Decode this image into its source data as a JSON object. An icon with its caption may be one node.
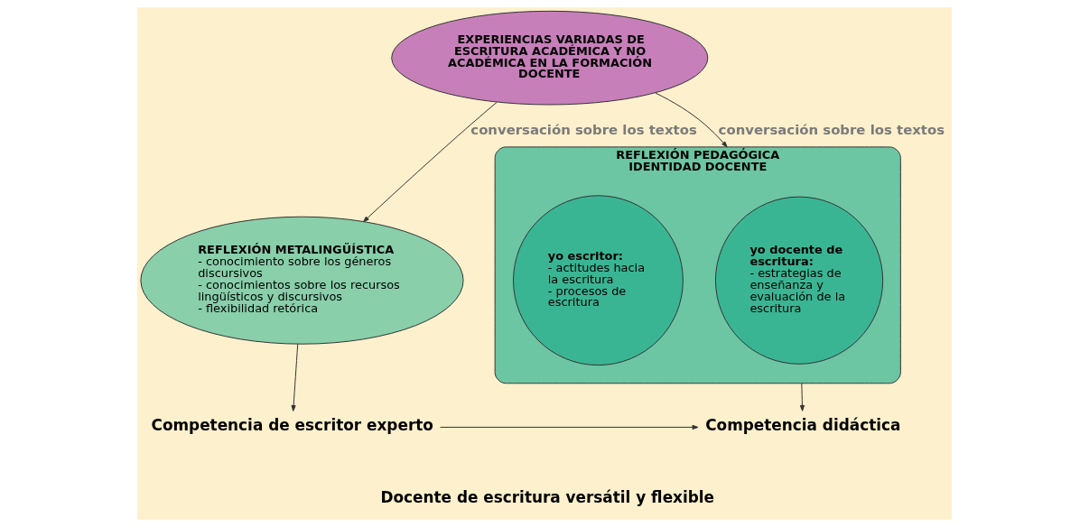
{
  "diagram": {
    "nodes": [
      {
        "text": [
          "REFLEXIÓN METALINGÜÍSTICA",
          "- conocimiento sobre los géneros discursivos",
          "- conocimientos sobre los recursos lingüísticos y discursivos",
          "- flexibilidad retórica"
        ]
      },
      {
        "text": [
          "EXPERIENCIAS VARIADAS DE ESCRITURA ACADÉMICA Y NO ACADÉMICA EN LA FORMACIÓN DOCENTE"
        ]
      },
      {
        "text": [
          "REFLEXIÓN PEDAGÓGICA",
          "IDENTIDAD DOCENTE"
        ]
      },
      {
        "text": [
          "yo docente de escritura:",
          "- estrategias de enseñanza y evaluación de la escritura"
        ],
        "in": 2
      },
      {
        "text": [
          "yo escritor:",
          "- actitudes hacia la escritura",
          "- procesos de escritura"
        ],
        "in": 2
      },
      {
        "text": [
          "Competencia de escritor experto"
        ]
      },
      {
        "text": [
          "Competencia didáctica"
        ]
      }
    ],
    "edges": [
      {
        "from": 1,
        "to": 0,
        "arrow": "to",
        "label": "conversación sobre los textos"
      },
      {
        "from": 1,
        "to": 2,
        "arrow": "to",
        "label": "conversación sobre los textos"
      },
      {
        "from": 0,
        "to": 5,
        "arrow": "to"
      },
      {
        "from": 2,
        "to": 6,
        "arrow": "to"
      },
      {
        "from": 5,
        "to": 6,
        "arrow": "to"
      }
    ],
    "labels": [
      "Docente de escritura versátil y flexible"
    ]
  }
}
